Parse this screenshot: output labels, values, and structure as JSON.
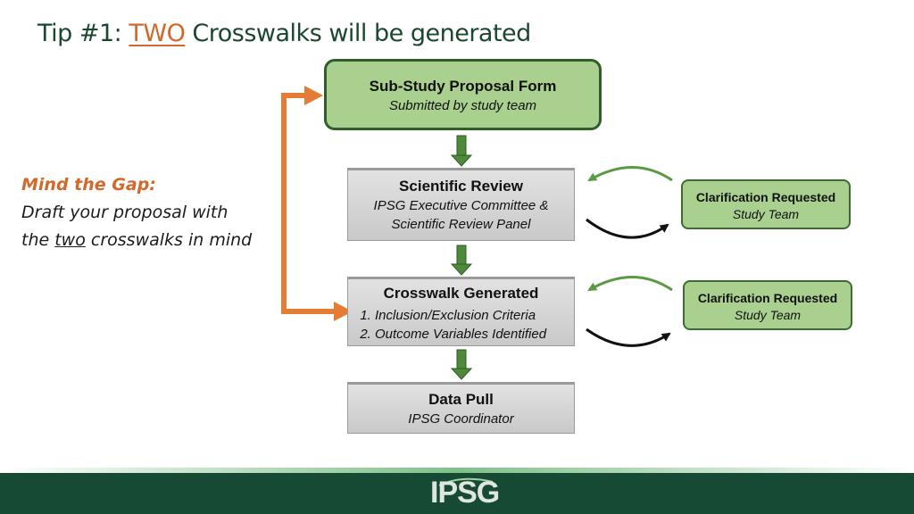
{
  "title": {
    "prefix": "Tip #1: ",
    "highlight": "TWO",
    "suffix": " Crosswalks will be generated"
  },
  "mind_the_gap": {
    "title": "Mind the Gap:",
    "line1": "Draft your proposal with",
    "line2_pre": "the ",
    "line2_underline": "two",
    "line2_post": " crosswalks in mind"
  },
  "steps": {
    "proposal": {
      "title": "Sub-Study Proposal Form",
      "subtitle": "Submitted by study team"
    },
    "scientific_review": {
      "title": "Scientific Review",
      "line1": "IPSG Executive Committee &",
      "line2": "Scientific Review Panel"
    },
    "crosswalk": {
      "title": "Crosswalk Generated",
      "items": [
        "Inclusion/Exclusion Criteria",
        "Outcome Variables Identified"
      ]
    },
    "data_pull": {
      "title": "Data Pull",
      "subtitle": "IPSG Coordinator"
    }
  },
  "clarifications": [
    {
      "title": "Clarification Requested",
      "subtitle": "Study Team"
    },
    {
      "title": "Clarification Requested",
      "subtitle": "Study Team"
    }
  ],
  "footer": {
    "logo_text": "IPSG"
  },
  "colors": {
    "title_green": "#1b4731",
    "accent_orange": "#e57c36",
    "box_green": "#a9d08e",
    "arrow_green": "#4e8a3a",
    "footer_green": "#174a34"
  }
}
